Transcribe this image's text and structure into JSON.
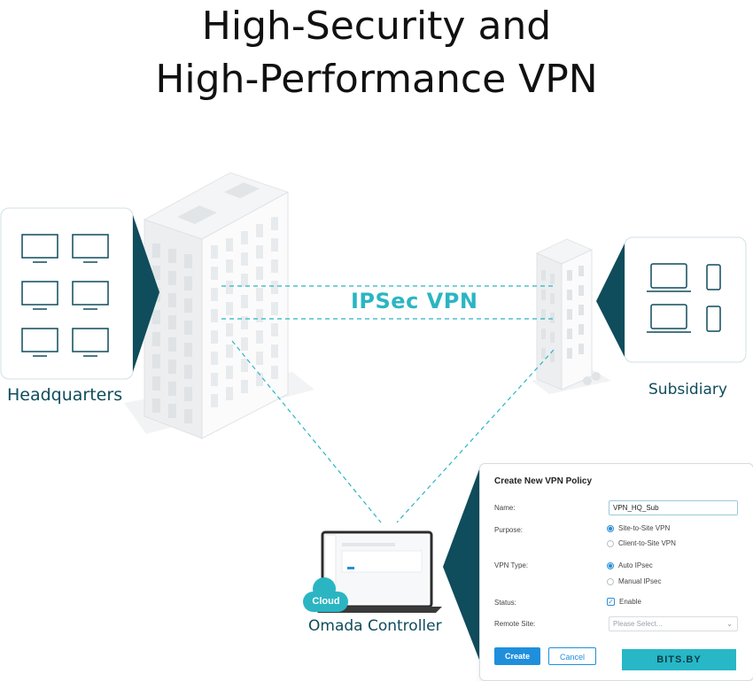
{
  "title": {
    "line1": "High-Security and",
    "line2": "High-Performance VPN"
  },
  "connection_label": "IPSec VPN",
  "nodes": {
    "headquarters": "Headquarters",
    "subsidiary": "Subsidiary",
    "controller": "Omada Controller",
    "cloud_badge": "Cloud"
  },
  "vpn_dialog": {
    "title": "Create New VPN Policy",
    "fields": {
      "name_label": "Name:",
      "name_value": "VPN_HQ_Sub",
      "purpose_label": "Purpose:",
      "purpose_options": [
        "Site-to-Site VPN",
        "Client-to-Site VPN"
      ],
      "purpose_selected": "Site-to-Site VPN",
      "vpn_type_label": "VPN Type:",
      "vpn_type_options": [
        "Auto IPsec",
        "Manual IPsec"
      ],
      "vpn_type_selected": "Auto IPsec",
      "status_label": "Status:",
      "status_value": "Enable",
      "remote_site_label": "Remote Site:",
      "remote_site_placeholder": "Please Select..."
    },
    "buttons": {
      "create": "Create",
      "cancel": "Cancel"
    }
  },
  "watermark": "BITS.BY",
  "colors": {
    "teal_dark": "#0f4c5c",
    "teal_accent": "#2bb5c3",
    "button_blue": "#1f8fdc"
  }
}
